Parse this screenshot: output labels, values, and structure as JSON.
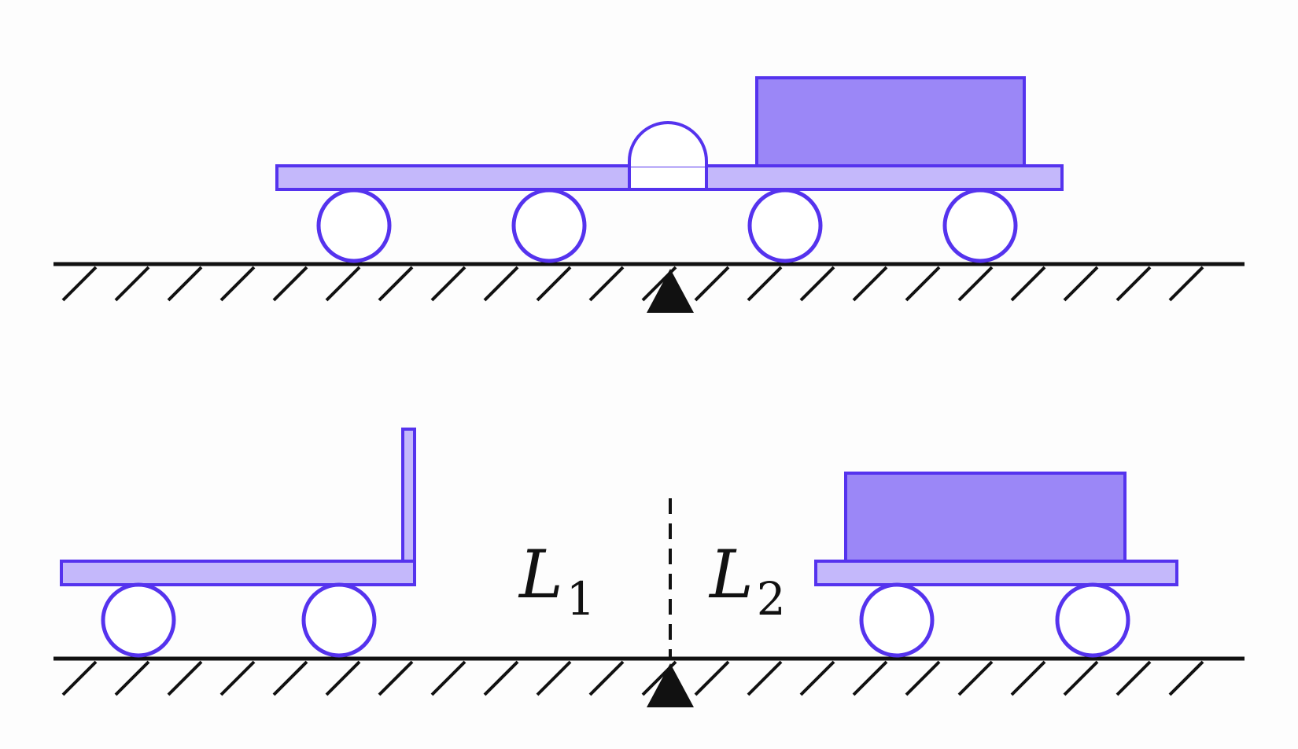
{
  "colors": {
    "outline": "#5533ee",
    "platform_fill": "#c4b8fb",
    "block_fill": "#9b87f7",
    "wheel_fill": "#ffffff",
    "ground": "#111111"
  },
  "labels": {
    "left_distance": {
      "main": "L",
      "sub": "1"
    },
    "right_distance": {
      "main": "L",
      "sub": "2"
    }
  }
}
